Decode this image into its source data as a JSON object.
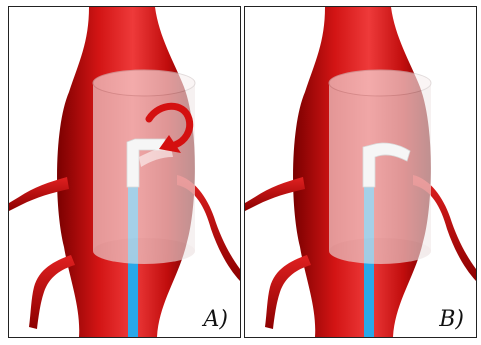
{
  "panels": [
    {
      "id": "a",
      "label": "A)"
    },
    {
      "id": "b",
      "label": "B)"
    }
  ],
  "colors": {
    "vessel": "#d01010",
    "vessel_dark": "#8c0000",
    "vessel_light": "#f04040",
    "cylinder": "#f0e6e6",
    "catheter_shaft": "#29a8e8",
    "catheter_tip": "#f4f4f4",
    "arrow": "#d41010"
  },
  "icons": {
    "rotation": "curved-red-arrow-icon"
  }
}
